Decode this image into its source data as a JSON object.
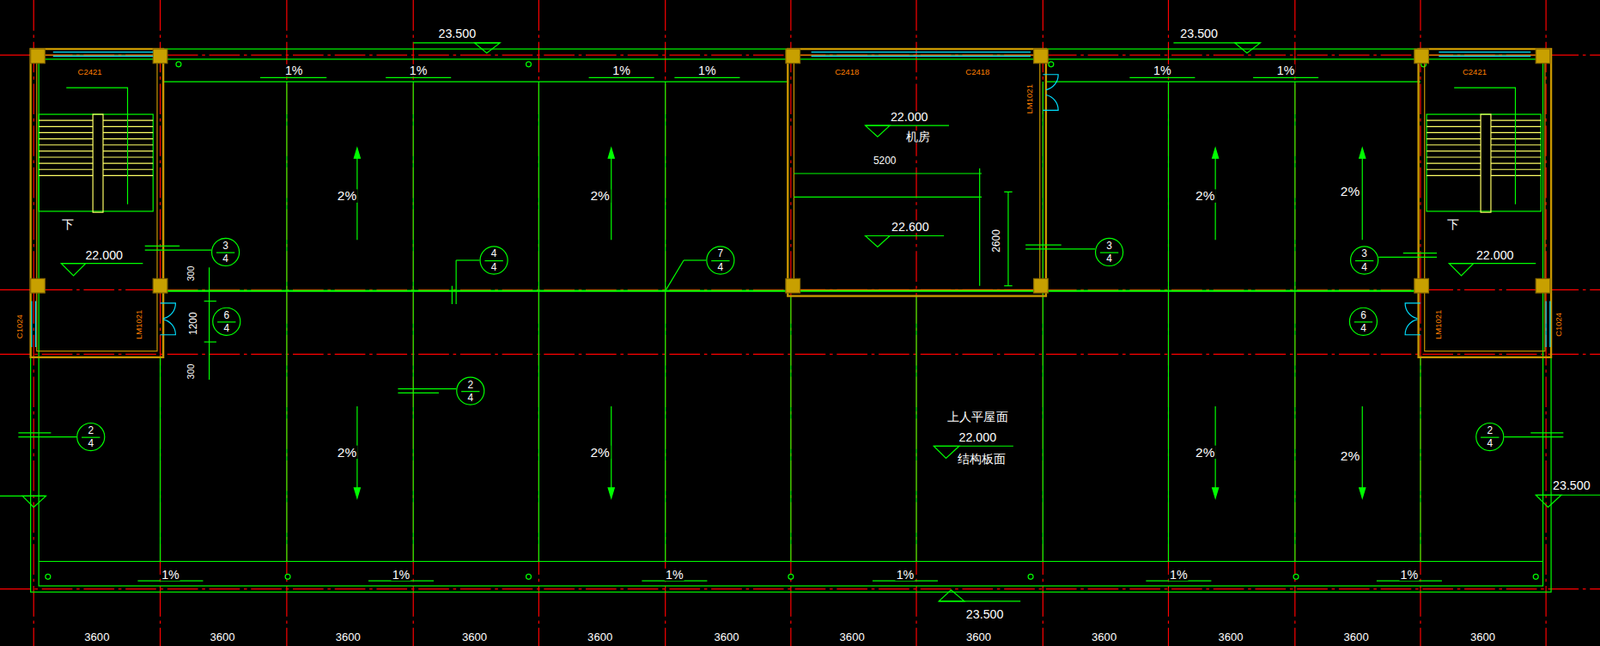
{
  "diagram": {
    "nodes": [
      {
        "text": [
          "3",
          "4"
        ]
      },
      {
        "text": [
          "4",
          "4"
        ]
      },
      {
        "text": [
          "7",
          "4"
        ]
      },
      {
        "text": [
          "6",
          "4"
        ]
      },
      {
        "text": [
          "2",
          "4"
        ]
      },
      {
        "text": [
          "2",
          "4"
        ]
      },
      {
        "text": [
          "3",
          "4"
        ]
      },
      {
        "text": [
          "3",
          "4"
        ]
      },
      {
        "text": [
          "6",
          "4"
        ]
      },
      {
        "text": [
          "2",
          "4"
        ]
      }
    ],
    "labels": [
      "23.500",
      "23.500",
      "C2421",
      "C2418",
      "C2418",
      "C2421",
      "1%",
      "1%",
      "1%",
      "1%",
      "1%",
      "1%",
      "22.000",
      "机房",
      "LM1021",
      "5200",
      "22.600",
      "2600",
      "2%",
      "2%",
      "2%",
      "2%",
      "下",
      "下",
      "22.000",
      "22.000",
      "300",
      "1200",
      "300",
      "C1024",
      "LM1021",
      "LM1021",
      "C1024",
      "上人平屋面",
      "22.000",
      "结构板面",
      "2%",
      "2%",
      "2%",
      "2%",
      "23.500",
      "1%",
      "1%",
      "1%",
      "1%",
      "1%",
      "1%",
      "23.500",
      "3600",
      "3600",
      "3600",
      "3600",
      "3600",
      "3600",
      "3600",
      "3600",
      "3600",
      "3600",
      "3600",
      "3600"
    ]
  }
}
